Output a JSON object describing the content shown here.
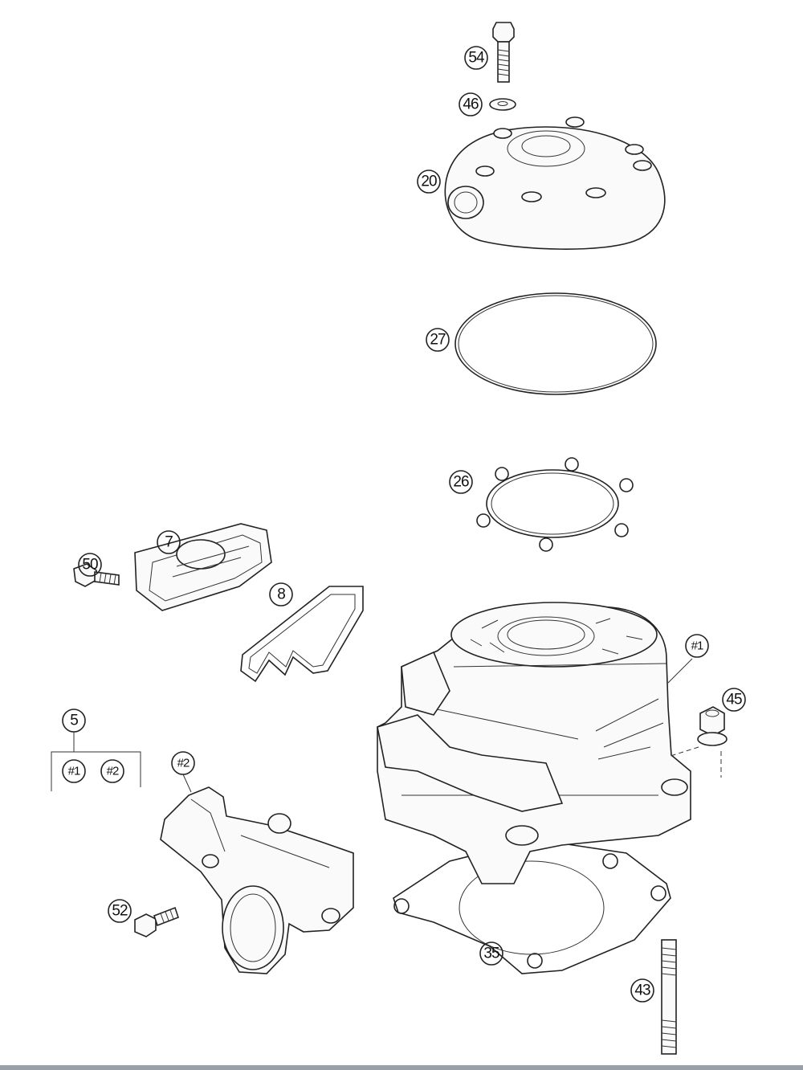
{
  "callouts": {
    "c54": "54",
    "c46": "46",
    "c20": "20",
    "c27": "27",
    "c26": "26",
    "c7": "7",
    "c8": "8",
    "c50": "50",
    "c5": "5",
    "c5_sub1": "#1",
    "c5_sub2": "#2",
    "c_cyl": "#1",
    "c_intake": "#2",
    "c45": "45",
    "c52": "52",
    "c35": "35",
    "c43": "43"
  },
  "colors": {
    "line": "#222222",
    "background": "#ffffff",
    "bottom_bar": "#9aa0a8"
  }
}
